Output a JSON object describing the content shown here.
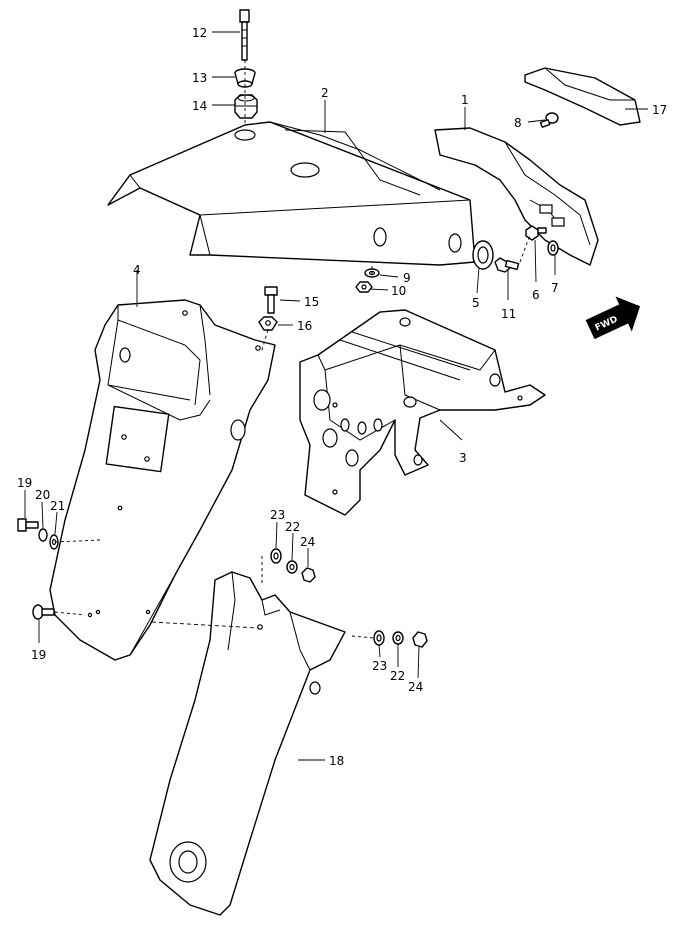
{
  "diagram": {
    "arrow_label": "FWD",
    "callouts": [
      {
        "id": "c1",
        "label": "1"
      },
      {
        "id": "c2",
        "label": "2"
      },
      {
        "id": "c3",
        "label": "3"
      },
      {
        "id": "c4",
        "label": "4"
      },
      {
        "id": "c5",
        "label": "5"
      },
      {
        "id": "c6",
        "label": "6"
      },
      {
        "id": "c7",
        "label": "7"
      },
      {
        "id": "c8",
        "label": "8"
      },
      {
        "id": "c9",
        "label": "9"
      },
      {
        "id": "c10",
        "label": "10"
      },
      {
        "id": "c11",
        "label": "11"
      },
      {
        "id": "c12",
        "label": "12"
      },
      {
        "id": "c13",
        "label": "13"
      },
      {
        "id": "c14",
        "label": "14"
      },
      {
        "id": "c15",
        "label": "15"
      },
      {
        "id": "c16",
        "label": "16"
      },
      {
        "id": "c17",
        "label": "17"
      },
      {
        "id": "c18",
        "label": "18"
      },
      {
        "id": "c19a",
        "label": "19"
      },
      {
        "id": "c19b",
        "label": "19"
      },
      {
        "id": "c20",
        "label": "20"
      },
      {
        "id": "c21",
        "label": "21"
      },
      {
        "id": "c22a",
        "label": "22"
      },
      {
        "id": "c22b",
        "label": "22"
      },
      {
        "id": "c23a",
        "label": "23"
      },
      {
        "id": "c23b",
        "label": "23"
      },
      {
        "id": "c24a",
        "label": "24"
      },
      {
        "id": "c24b",
        "label": "24"
      }
    ]
  }
}
